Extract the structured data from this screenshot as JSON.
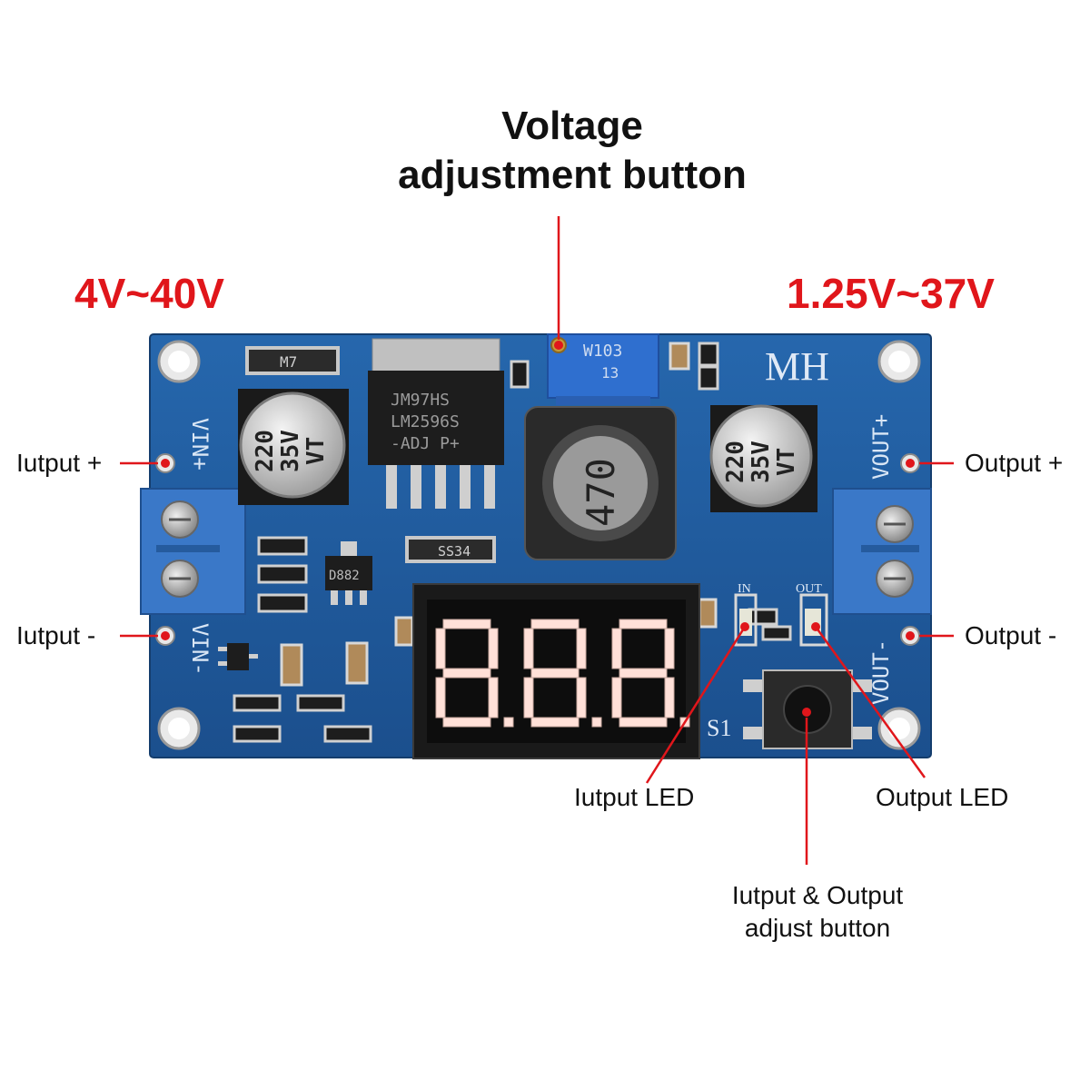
{
  "title": {
    "line1": "Voltage",
    "line2": "adjustment button"
  },
  "input_range": "4V~40V",
  "output_range": "1.25V~37V",
  "callouts": {
    "input_plus": "Iutput +",
    "input_minus": "Iutput -",
    "output_plus": "Output +",
    "output_minus": "Output -",
    "input_led": "Iutput LED",
    "output_led": "Output LED",
    "adjust_button_line1": "Iutput & Output",
    "adjust_button_line2": "adjust button"
  },
  "board": {
    "brand": "MH",
    "vin_plus": "VIN+",
    "vin_minus": "VIN-",
    "vout_plus": "VOUT+",
    "vout_minus": "VOUT-",
    "ic_line1": "JM97HS",
    "ic_line2": "LM2596S",
    "ic_line3": "-ADJ P+",
    "cap_left_1": "220",
    "cap_left_2": "35V",
    "cap_left_3": "VT",
    "cap_right_1": "220",
    "cap_right_2": "35V",
    "cap_right_3": "VT",
    "inductor": "470",
    "diode": "SS34",
    "transistor": "D882",
    "fuse": "M7",
    "pot_line1": "W103",
    "pot_line2": "13",
    "led_in": "IN",
    "led_out": "OUT",
    "switch": "S1",
    "display": "8.8.8."
  },
  "colors": {
    "accent_red": "#e0161b",
    "pcb_blue": "#1f5a9e",
    "terminal_blue": "#3a78c8",
    "display_red": "#ffe0d8"
  }
}
